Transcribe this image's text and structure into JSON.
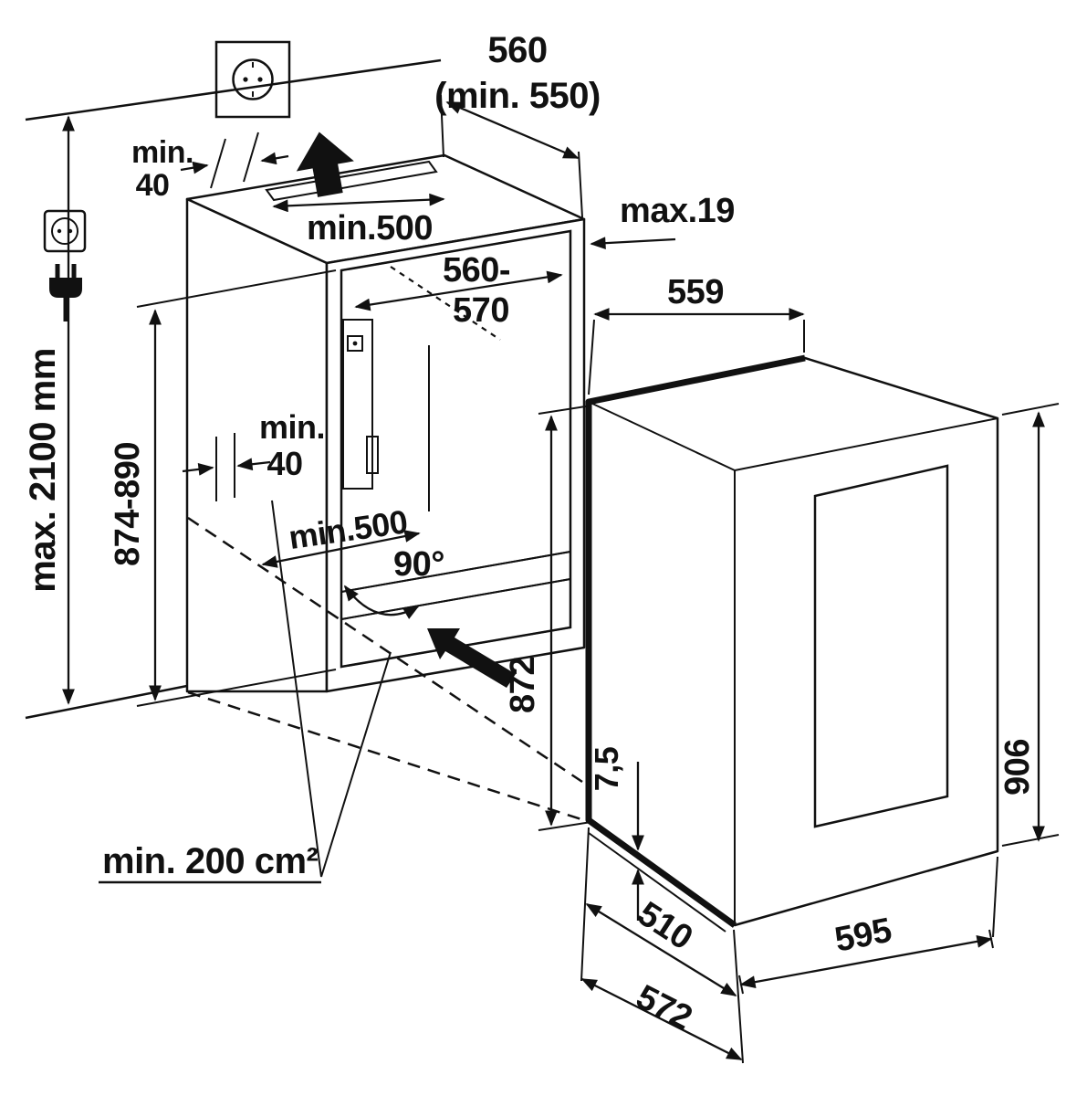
{
  "diagram": {
    "title": "built-in appliance installation dimension drawing",
    "labels": {
      "ceiling_height": "max. 2100 mm",
      "niche_depth_value": "560",
      "niche_depth_min": "(min. 550)",
      "top_clearance_word": "min.",
      "top_clearance_value": "40",
      "top_vent_width": "min.500",
      "furniture_panel_thickness": "max.19",
      "niche_width_part1": "560-",
      "niche_width_part2": "570",
      "appliance_top_width": "559",
      "niche_height": "874-890",
      "mid_clearance_word": "min.",
      "mid_clearance_value": "40",
      "base_vent_width": "min.500",
      "door_opening_angle": "90°",
      "appliance_front_height": "872",
      "door_bottom_gap": "7,5",
      "appliance_height": "906",
      "vent_cross_section": "min. 200 cm²",
      "depth_without_door": "510",
      "depth_with_door": "572",
      "appliance_width": "595"
    },
    "colors": {
      "line": "#111111",
      "socket_fill": "#ececec",
      "niche_fill": "#d9d9d9",
      "background": "#ffffff"
    },
    "icons": [
      "power-socket",
      "power-plug",
      "airflow-arrow",
      "insert-arrow"
    ]
  }
}
